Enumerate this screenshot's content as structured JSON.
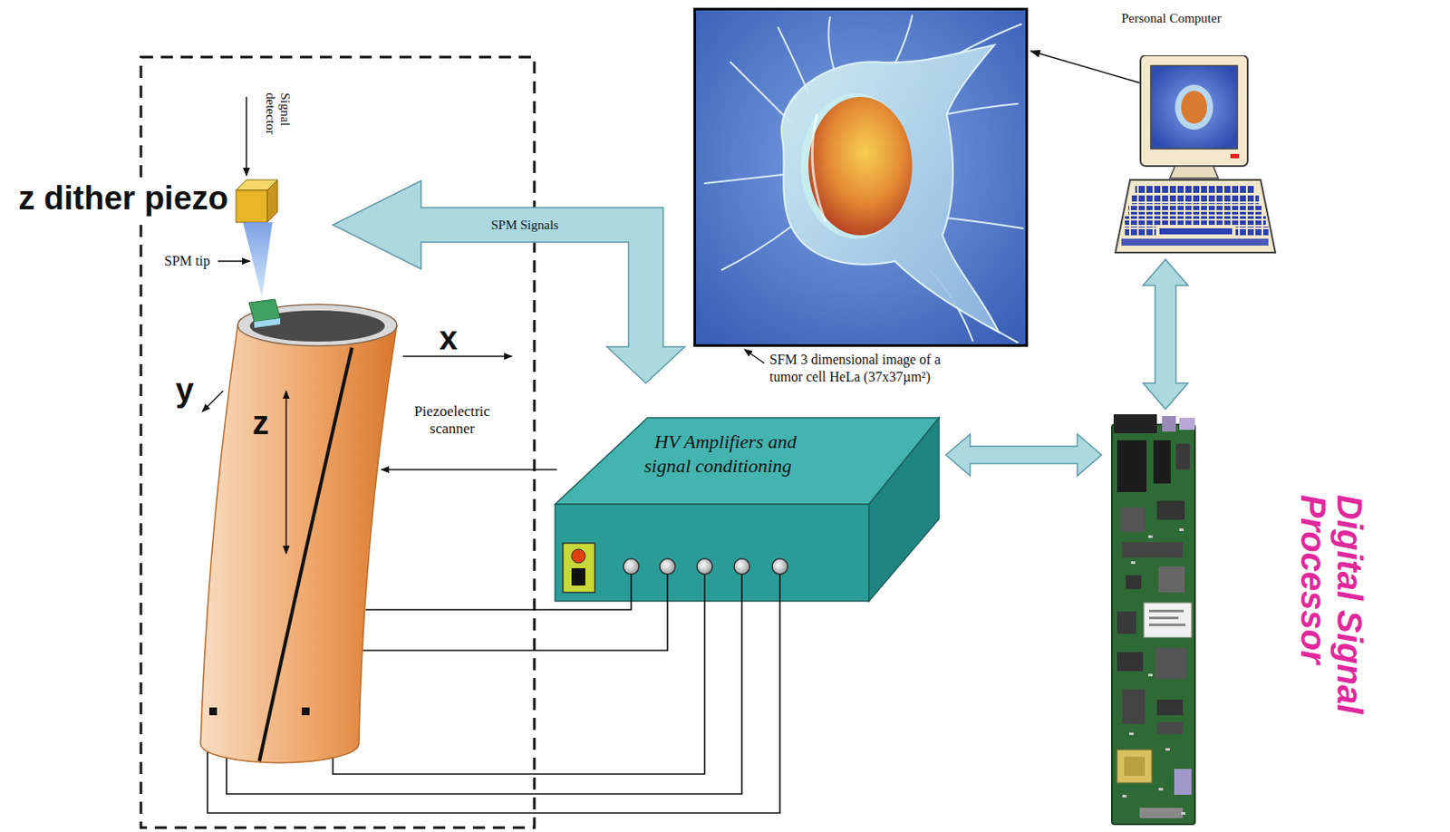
{
  "diagram": {
    "nodes": [
      {
        "text": [
          "z dither piezo"
        ]
      },
      {
        "text": [
          "Piezoelectric scanner"
        ]
      },
      {
        "text": [
          "HV Amplifiers and signal conditioning"
        ]
      },
      {
        "text": [
          "SFM 3 dimensional image of a tumor cell HeLa (37x37µm²)"
        ]
      },
      {
        "text": [
          "Personal Computer"
        ]
      },
      {
        "text": [
          "Digital Signal Processor"
        ]
      }
    ],
    "edges": [
      {
        "from": 2,
        "to": 0,
        "arrow": "both",
        "label": "SPM Signals"
      },
      {
        "from": 2,
        "to": 5,
        "arrow": "both"
      },
      {
        "from": 5,
        "to": 4,
        "arrow": "both"
      },
      {
        "from": 4,
        "to": 3,
        "arrow": "to"
      },
      {
        "from": 2,
        "to": 1,
        "arrow": "none"
      },
      {
        "from": 2,
        "to": 1,
        "arrow": "none"
      },
      {
        "from": 2,
        "to": 1,
        "arrow": "none"
      },
      {
        "from": 2,
        "to": 1,
        "arrow": "none"
      },
      {
        "from": 2,
        "to": 1,
        "arrow": "none"
      }
    ],
    "labels": [
      "Signal detector",
      "SPM tip",
      "x",
      "y",
      "z"
    ]
  }
}
